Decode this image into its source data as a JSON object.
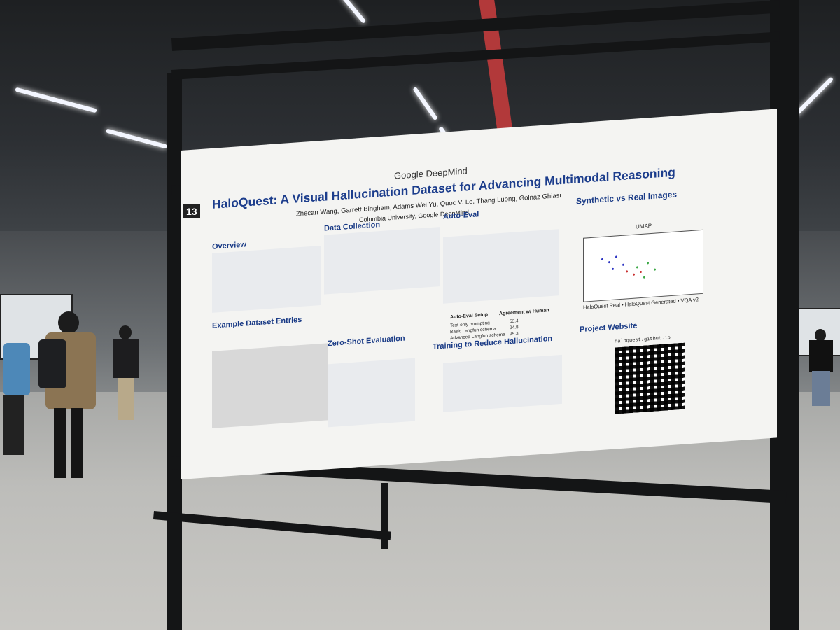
{
  "poster": {
    "sponsor": "Google DeepMind",
    "number": "13",
    "title_line1": "HaloQuest: A Visual Hallucination Dataset for Advancing Multimodal Reasoning",
    "authors": "Zhecan Wang, Garrett Bingham, Adams Wei Yu, Quoc V. Le, Thang Luong, Golnaz Ghiasi",
    "affiliation": "Columbia University, Google DeepMind",
    "sections": {
      "overview": "Overview",
      "data_collection": "Data Collection",
      "auto_eval": "Auto-Eval",
      "synthetic_vs_real": "Synthetic vs Real Images",
      "example_entries": "Example Dataset Entries",
      "zero_shot": "Zero-Shot Evaluation",
      "training": "Training to Reduce Hallucination",
      "project_website": "Project Website"
    },
    "umap_title": "UMAP",
    "umap_legend": "HaloQuest Real • HaloQuest Generated • VQA v2",
    "website_url": "haloquest.github.io",
    "auto_eval_table": {
      "headers": [
        "Auto-Eval Setup",
        "Agreement w/ Human"
      ],
      "rows": [
        [
          "Text-only prompting",
          "53.4"
        ],
        [
          "Basic Langfun schema",
          "94.8"
        ],
        [
          "Advanced Langfun schema",
          "95.3"
        ]
      ]
    }
  },
  "colors": {
    "poster_title": "#1c3d8c",
    "frame": "#141516",
    "pipe": "#b2393a"
  }
}
